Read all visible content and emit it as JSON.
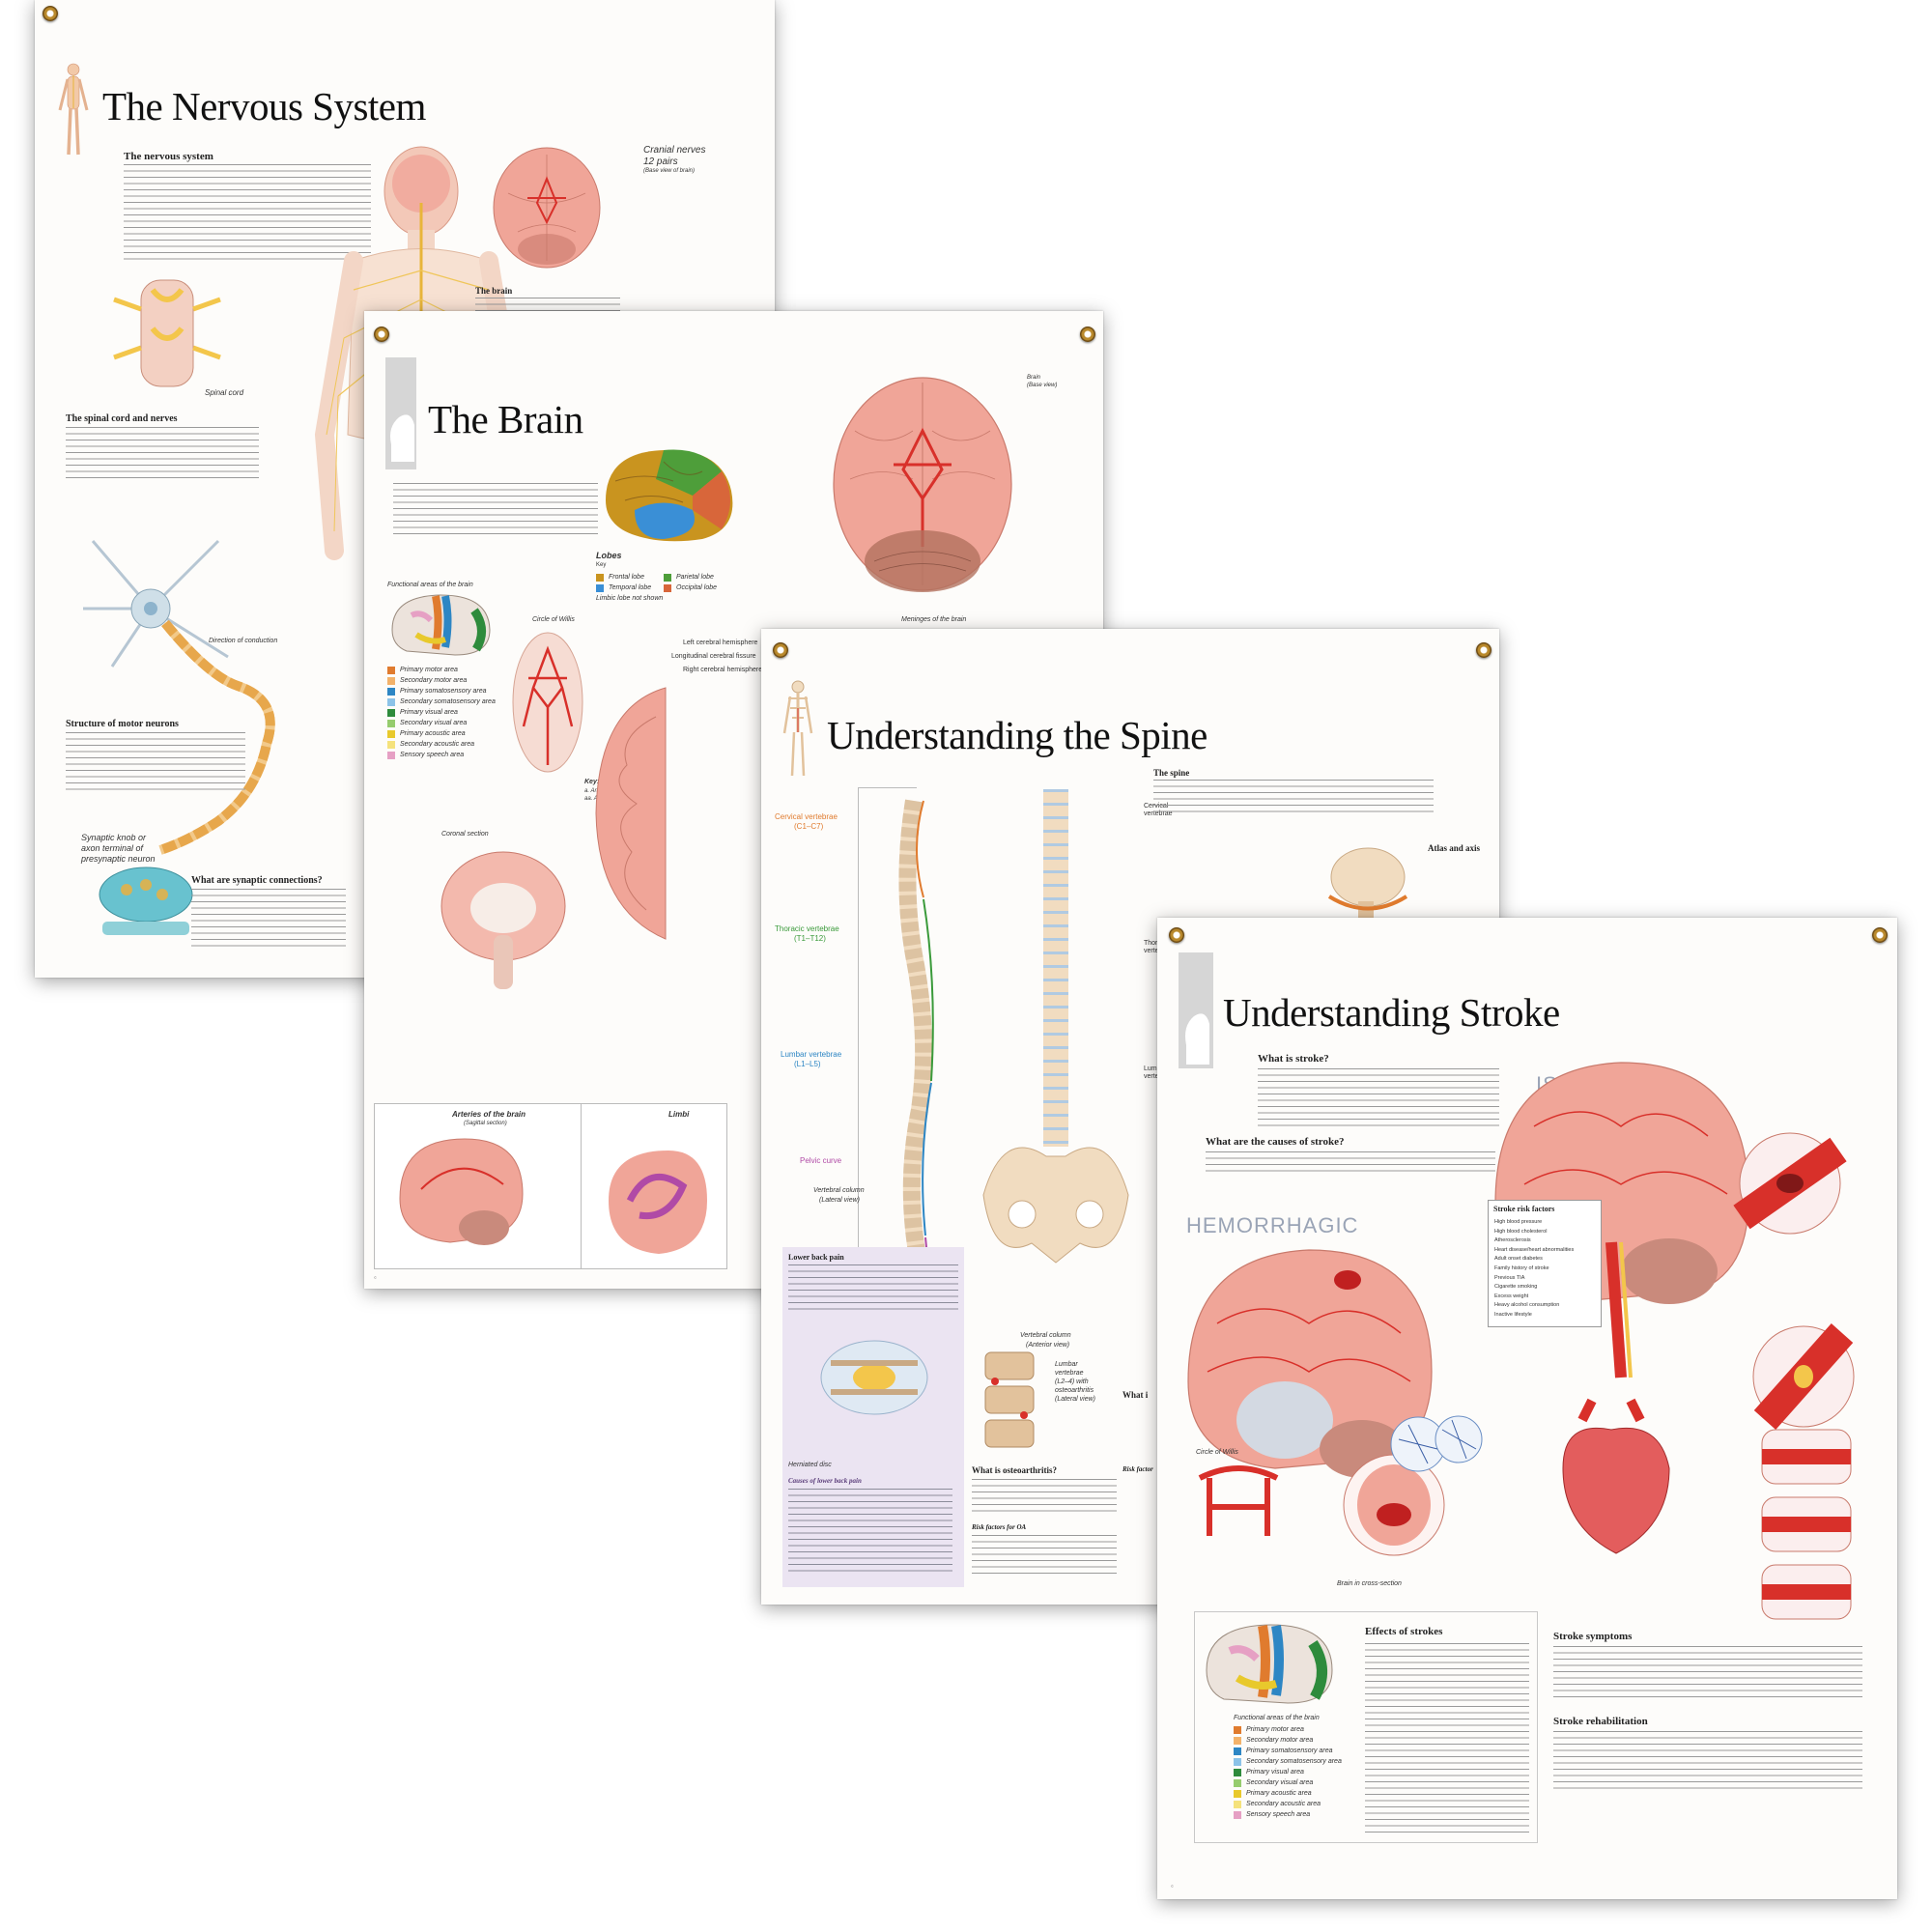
{
  "colors": {
    "brain_pink": "#f0a598",
    "artery_red": "#d8302a",
    "nerve_yellow": "#f3c64b",
    "bone": "#f1dcc0",
    "disc_blue": "#a9c9e6",
    "lumbar_purple": "#d6c4e6"
  },
  "posters": {
    "nervous_system": {
      "title": "The Nervous System",
      "sections": {
        "nervous_system": "The nervous system",
        "spinal_cord_nerves": "The spinal cord and nerves",
        "motor_neurons": "Structure of motor neurons",
        "synaptic": "What are synaptic connections?",
        "brain": "The brain"
      },
      "labels": {
        "cranial_nerves": "Cranial nerves",
        "pairs": "12 pairs",
        "base_view": "(Base view of brain)",
        "spinal_cord": "Spinal cord",
        "direction": "Direction of conduction",
        "synaptic_knob": "Synaptic knob or",
        "axon_terminal": "axon terminal of",
        "presynaptic": "presynaptic neuron"
      }
    },
    "brain": {
      "title": "The Brain",
      "labels": {
        "lobes": "Lobes",
        "key": "Key",
        "frontal": "Frontal lobe",
        "temporal": "Temporal lobe",
        "parietal": "Parietal lobe",
        "occipital": "Occipital lobe",
        "limbic": "Limbic lobe not shown",
        "functional_areas": "Functional areas of the brain",
        "circle_of_willis": "Circle of Willis",
        "coronal_section": "Coronal section",
        "meninges": "Meninges of the brain",
        "left_hemisphere": "Left cerebral hemisphere",
        "longitudinal_fissure": "Longitudinal cerebral fissure",
        "right_hemisphere": "Right cerebral hemisphere",
        "brain_base": "Brain",
        "base_view": "(Base view)",
        "arteries": "Arteries of the brain",
        "sagittal": "(Sagittal section)",
        "key_label": "Key:",
        "artery": "a. Artery",
        "arteries_abbr": "aa. Arteries",
        "limbic_short": "Limbi"
      },
      "functional_list": [
        {
          "label": "Primary motor area",
          "color": "#e07b2e"
        },
        {
          "label": "Secondary motor area",
          "color": "#f3b26a"
        },
        {
          "label": "Primary somatosensory area",
          "color": "#2d86c4"
        },
        {
          "label": "Secondary somatosensory area",
          "color": "#8cc3e8"
        },
        {
          "label": "Primary visual area",
          "color": "#2e8b3c"
        },
        {
          "label": "Secondary visual area",
          "color": "#96cc6e"
        },
        {
          "label": "Primary acoustic area",
          "color": "#e8c92c"
        },
        {
          "label": "Secondary acoustic area",
          "color": "#f5e27c"
        },
        {
          "label": "Sensory speech area",
          "color": "#e6a0c4"
        }
      ]
    },
    "spine": {
      "title": "Understanding the Spine",
      "sections": {
        "the_spine": "The spine",
        "atlas_axis": "Atlas and axis",
        "lower_back": "Lower back pain",
        "causes": "Causes of lower back pain",
        "osteoarthritis": "What is osteoarthritis?",
        "risk_oa": "Risk factors for OA"
      },
      "labels": {
        "cervical": "Cervical vertebrae",
        "cervical_range": "(C1–C7)",
        "thoracic": "Thoracic vertebrae",
        "thoracic_range": "(T1–T12)",
        "lumbar": "Lumbar vertebrae",
        "lumbar_range": "(L1–L5)",
        "pelvic_curve": "Pelvic curve",
        "vertebral_lateral": "Vertebral column",
        "lateral_view": "(Lateral view)",
        "vertebral_anterior": "Vertebral column",
        "anterior_view": "(Anterior view)",
        "herniated": "Herniated disc",
        "lumbar_oa": "Lumbar",
        "lumbar_oa2": "vertebrae",
        "lumbar_oa3": "(L2–4) with",
        "lumbar_oa4": "osteoarthritis",
        "lumbar_oa5": "(Lateral view)",
        "cervical_short": "Cervical",
        "cervical_short2": "vertebrae",
        "thora": "Thora",
        "verte": "verte",
        "lumb": "Lumb",
        "verte2": "verte",
        "risk_fac": "Risk factor",
        "what_i": "What i"
      }
    },
    "stroke": {
      "title": "Understanding Stroke",
      "sections": {
        "what_is": "What is stroke?",
        "causes": "What are the causes of stroke?",
        "effects": "Effects of strokes",
        "symptoms": "Stroke symptoms",
        "rehab": "Stroke rehabilitation",
        "risk_factors": "Stroke risk factors"
      },
      "labels": {
        "ischemic": "ISCHEMIC",
        "hemorrhagic": "HEMORRHAGIC",
        "circle_of_willis": "Circle of Willis",
        "brain_cross": "Brain in cross-section",
        "functional_areas": "Functional areas of the brain"
      },
      "risk_list": [
        "High blood pressure",
        "High blood cholesterol",
        "Atherosclerosis",
        "Heart disease/heart abnormalities",
        "Adult onset diabetes",
        "Family history of stroke",
        "Previous TIA",
        "Cigarette smoking",
        "Excess weight",
        "Heavy alcohol consumption",
        "Inactive lifestyle"
      ],
      "functional_list": [
        {
          "label": "Primary motor area",
          "color": "#e07b2e"
        },
        {
          "label": "Secondary motor area",
          "color": "#f3b26a"
        },
        {
          "label": "Primary somatosensory area",
          "color": "#2d86c4"
        },
        {
          "label": "Secondary somatosensory area",
          "color": "#8cc3e8"
        },
        {
          "label": "Primary visual area",
          "color": "#2e8b3c"
        },
        {
          "label": "Secondary visual area",
          "color": "#96cc6e"
        },
        {
          "label": "Primary acoustic area",
          "color": "#e8c92c"
        },
        {
          "label": "Secondary acoustic area",
          "color": "#f5e27c"
        },
        {
          "label": "Sensory speech area",
          "color": "#e6a0c4"
        }
      ]
    }
  }
}
